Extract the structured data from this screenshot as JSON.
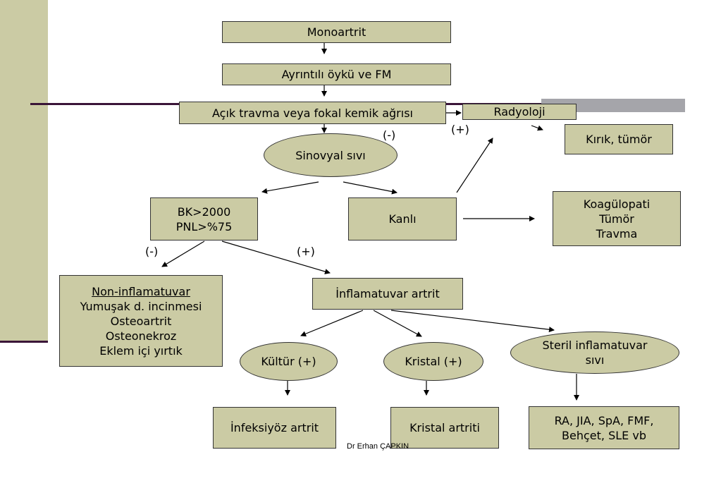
{
  "nodes": {
    "monoartrit": "Monoartrit",
    "oyku": "Ayrıntılı öykü ve FM",
    "travma": "Açık travma veya fokal kemik ağrısı",
    "radyoloji": "Radyoloji",
    "kirik": "Kırık, tümör",
    "sinovyal": "Sinovyal sıvı",
    "bk_line1": "BK>2000",
    "bk_line2": "PNL>%75",
    "kanli": "Kanlı",
    "koag_line1": "Koagülopati",
    "koag_line2": "Tümör",
    "koag_line3": "Travma",
    "noninf_line1": "Non-inflamatuvar",
    "noninf_line2": "Yumuşak d. incinmesi",
    "noninf_line3": "Osteoartrit",
    "noninf_line4": "Osteonekroz",
    "noninf_line5": "Eklem içi yırtık",
    "inflam": "İnflamatuvar artrit",
    "kultur": "Kültür (+)",
    "kristal": "Kristal (+)",
    "steril_line1": "Steril inflamatuvar",
    "steril_line2": "sıvı",
    "infeksiyoz": "İnfeksiyöz artrit",
    "kristal_artrit": "Kristal artriti",
    "ra_line1": "RA, JIA, SpA, FMF,",
    "ra_line2": "Behçet, SLE vb"
  },
  "labels": {
    "neg_sinovyal": "(-)",
    "pos_radyoloji": "(+)",
    "neg_bk": "(-)",
    "pos_bk": "(+)"
  },
  "footer": "Dr Erhan ÇAPKIN",
  "colors": {
    "box_fill": "#cbcba4",
    "accent_line": "#3a1538",
    "gray_bar": "#a5a5aa"
  }
}
